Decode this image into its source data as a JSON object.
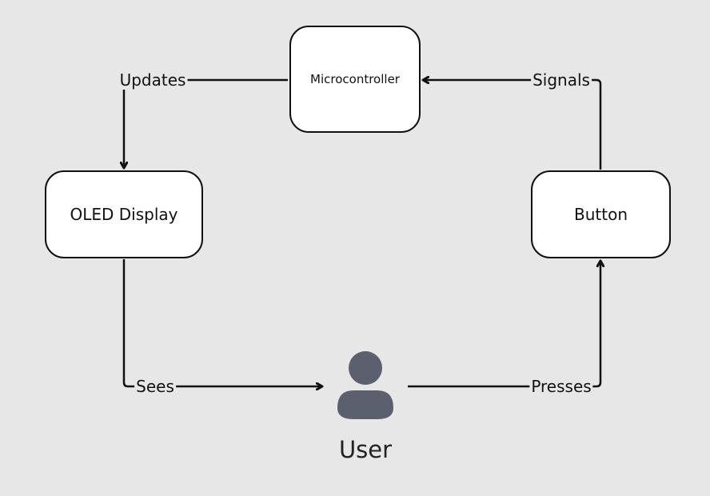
{
  "nodes": {
    "microcontroller": "Microcontroller",
    "oled_display": "OLED Display",
    "button": "Button",
    "user": "User"
  },
  "edges": {
    "updates": "Updates",
    "signals": "Signals",
    "sees": "Sees",
    "presses": "Presses"
  },
  "icons": {
    "user": "person-icon"
  },
  "colors": {
    "background": "#e7e7e7",
    "node_fill": "#ffffff",
    "stroke": "#111111",
    "user_icon": "#5c5f6e"
  }
}
